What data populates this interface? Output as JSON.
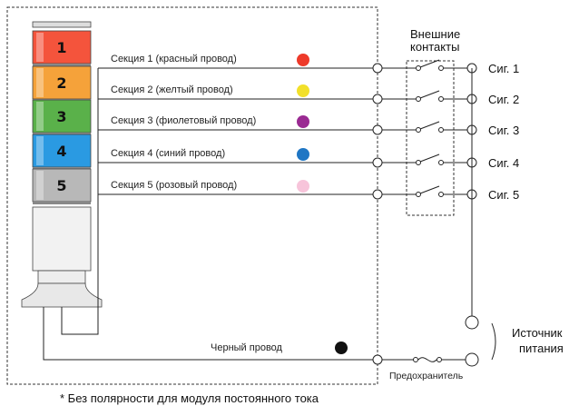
{
  "diagram": {
    "lamp_segments": [
      {
        "number": "1",
        "color": "#f4543c"
      },
      {
        "number": "2",
        "color": "#f5a23a"
      },
      {
        "number": "3",
        "color": "#5ab14a"
      },
      {
        "number": "4",
        "color": "#2a9ae2"
      },
      {
        "number": "5",
        "color": "#b8b8b8"
      }
    ],
    "sections": [
      {
        "label": "Секция 1 (красный провод)",
        "dot_color": "#ee3a2a",
        "signal": "Сиг. 1"
      },
      {
        "label": "Секция 2 (желтый провод)",
        "dot_color": "#f2e02a",
        "signal": "Сиг. 2"
      },
      {
        "label": "Секция 3 (фиолетовый провод)",
        "dot_color": "#9a2a92",
        "signal": "Сиг. 3"
      },
      {
        "label": "Секция 4 (синий провод)",
        "dot_color": "#1f76c4",
        "signal": "Сиг. 4"
      },
      {
        "label": "Секция 5 (розовый провод)",
        "dot_color": "#f7c4da",
        "signal": "Сиг. 5"
      }
    ],
    "black_wire": {
      "label": "Черный провод",
      "dot_color": "#111111"
    },
    "external_contacts": [
      "Внешние",
      "контакты"
    ],
    "power_source": [
      "Источник",
      "питания"
    ],
    "fuse_label": "Предохранитель",
    "footnote": "* Без полярности для модуля постоянного тока"
  }
}
